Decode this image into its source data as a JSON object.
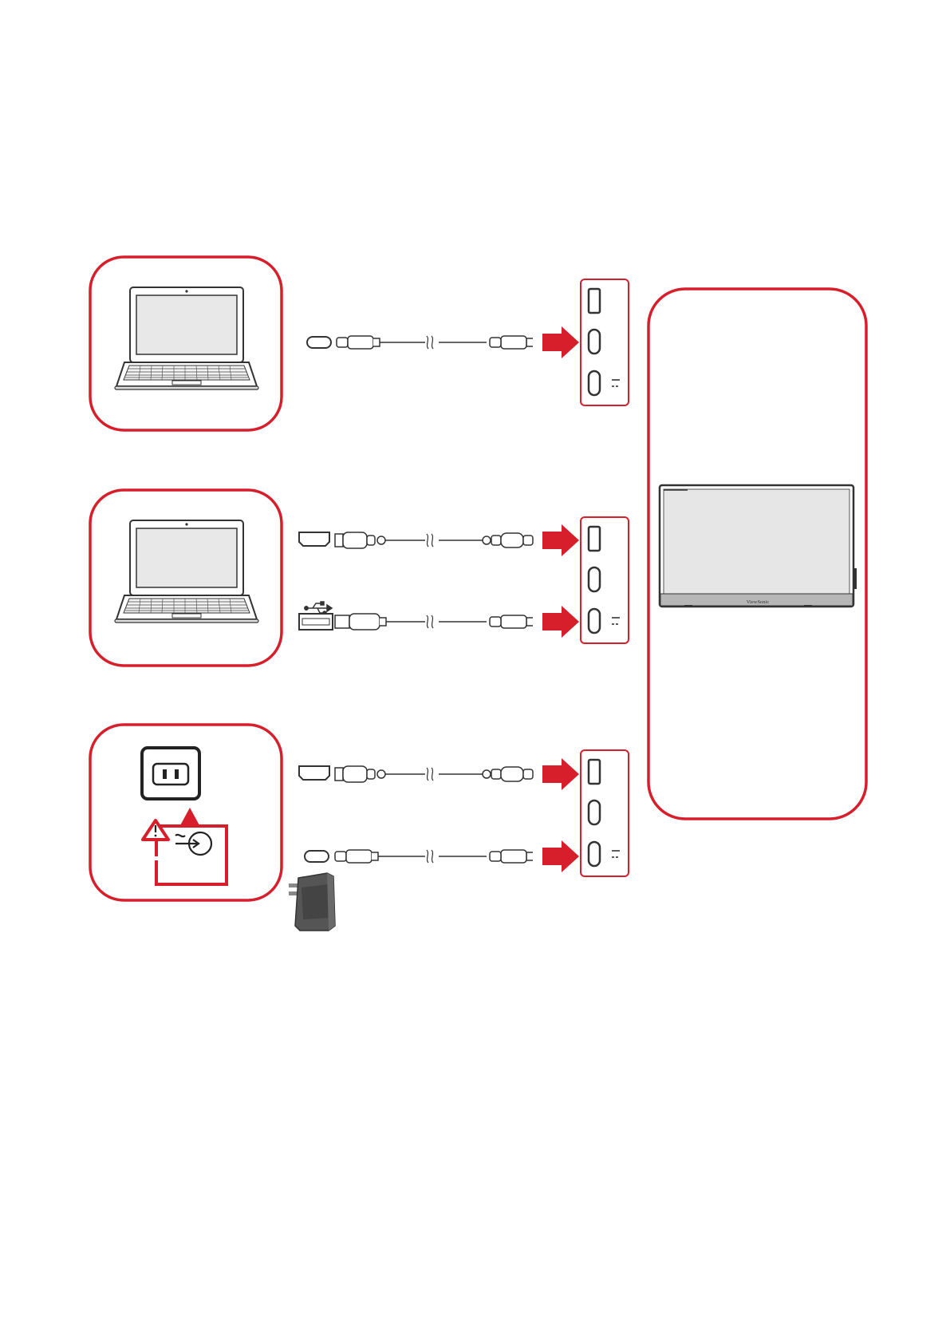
{
  "monitor": {
    "brand_text": "ViewSonic"
  },
  "colors": {
    "accent": "#d71f2b",
    "line": "#3a3a3a",
    "screen": "#e6e6e6",
    "adapter": "#555555"
  },
  "rows": [
    {
      "source": "laptop",
      "cables": [
        {
          "type": "usb-c",
          "target_port": "usb-c"
        }
      ]
    },
    {
      "source": "laptop",
      "cables": [
        {
          "type": "mini-hdmi",
          "target_port": "mini-hdmi"
        },
        {
          "type": "usb-a",
          "target_port": "usb-c-power"
        }
      ]
    },
    {
      "source": "power-outlet",
      "cables": [
        {
          "type": "mini-hdmi",
          "target_port": "mini-hdmi"
        },
        {
          "type": "usb-c",
          "target_port": "usb-c-power"
        }
      ]
    }
  ],
  "icons": {
    "warning": "warning-triangle-icon",
    "power_input": "power-input-icon",
    "usb_symbol": "usb-symbol-icon",
    "power_adapter": "power-adapter-icon"
  }
}
